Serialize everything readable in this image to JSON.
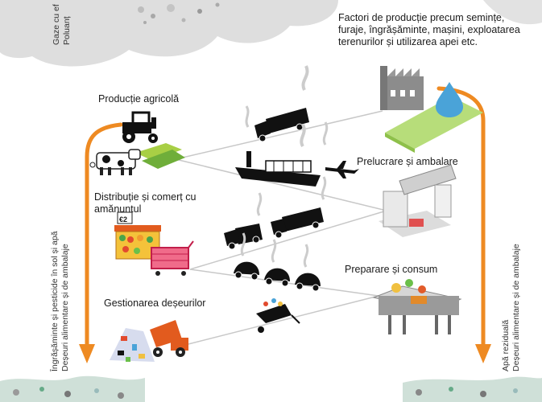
{
  "labels": {
    "factors": "Factori de producție precum semințe, furaje, îngrășăminte, mașini, exploatarea terenurilor și utilizarea apei etc.",
    "agri": "Producție agricolă",
    "processing": "Prelucrare și ambalare",
    "distribution": "Distribuție și comerț cu amănuntul",
    "consumption": "Preparare și consum",
    "waste": "Gestionarea deșeurilor",
    "price_tag": "€2"
  },
  "left_arrow": {
    "line1": "Îngrășăminte și pesticide în sol și apă",
    "line2": "Deșeuri alimentare și de ambalaje"
  },
  "right_arrow": {
    "line1": "Apă reziduală",
    "line2": "Deșeuri alimentare și de ambalaje"
  },
  "top_left_rotated": {
    "line1": "Gaze cu ef",
    "line2": "Poluanț"
  },
  "colors": {
    "arrow": "#ee8a22",
    "cloud": "#dedede",
    "lines": "#c8c8c8",
    "field_green": "#a8cf45",
    "water": "#4aa3d8",
    "factory": "#8c8c8c"
  }
}
